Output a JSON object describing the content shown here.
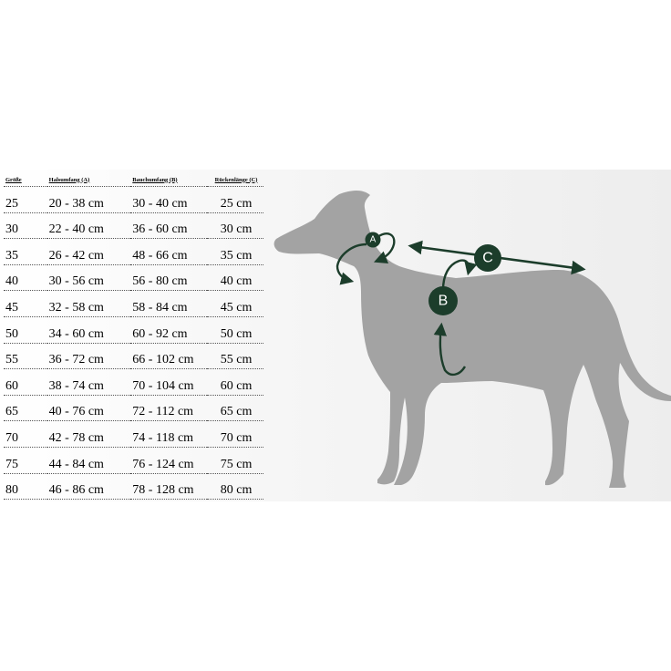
{
  "table": {
    "headers": [
      "Größe",
      "Halsumfang (A)",
      "Bauchumfang (B)",
      "Rückenlänge (C)"
    ],
    "rows": [
      [
        "25",
        "20 - 38 cm",
        "30 - 40 cm",
        "25 cm"
      ],
      [
        "30",
        "22 - 40 cm",
        "36 - 60 cm",
        "30 cm"
      ],
      [
        "35",
        "26 - 42 cm",
        "48 - 66 cm",
        "35 cm"
      ],
      [
        "40",
        "30 - 56 cm",
        "56 - 80 cm",
        "40 cm"
      ],
      [
        "45",
        "32 - 58 cm",
        "58 - 84 cm",
        "45 cm"
      ],
      [
        "50",
        "34 - 60 cm",
        "60 - 92 cm",
        "50 cm"
      ],
      [
        "55",
        "36 - 72 cm",
        "66 - 102 cm",
        "55 cm"
      ],
      [
        "60",
        "38 - 74 cm",
        "70 - 104 cm",
        "60 cm"
      ],
      [
        "65",
        "40 - 76 cm",
        "72 - 112 cm",
        "65 cm"
      ],
      [
        "70",
        "42 - 78 cm",
        "74 - 118 cm",
        "70 cm"
      ],
      [
        "75",
        "44 - 84 cm",
        "76 - 124 cm",
        "75 cm"
      ],
      [
        "80",
        "46 - 86 cm",
        "78 - 128 cm",
        "80 cm"
      ]
    ]
  },
  "figure": {
    "markers": {
      "neck": "A",
      "belly": "B",
      "back": "C"
    },
    "colors": {
      "dog": "#a3a3a3",
      "marker": "#1c3d2b",
      "background": "#eeeeee"
    }
  }
}
